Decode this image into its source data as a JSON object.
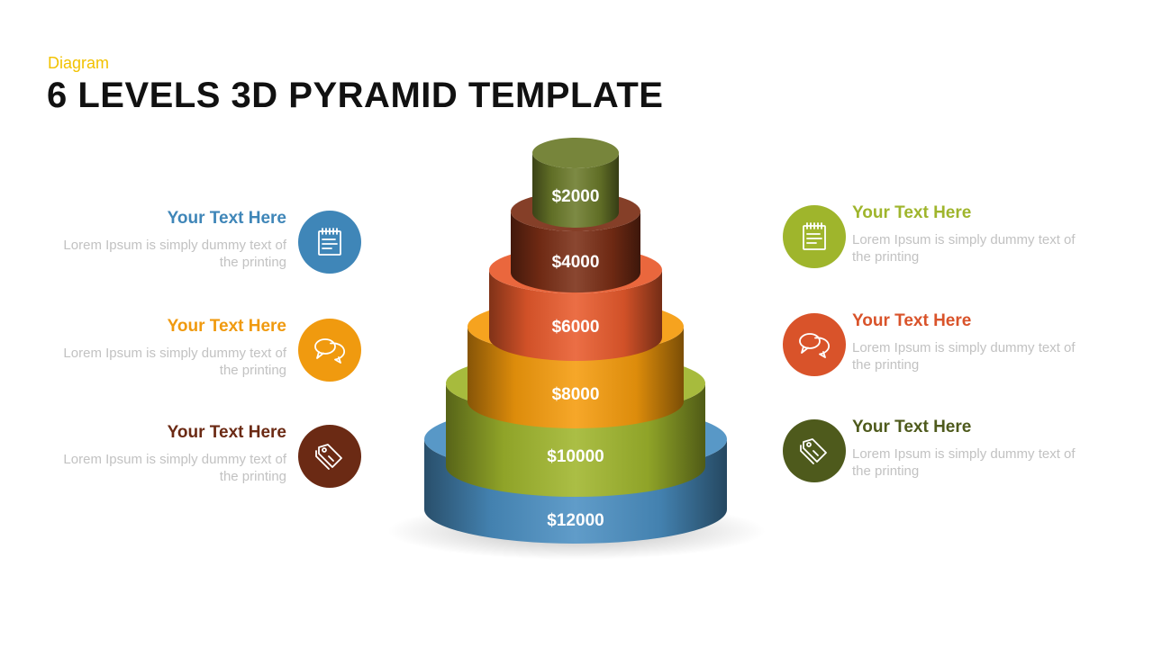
{
  "slide": {
    "kicker": "Diagram",
    "title": "6 LEVELS 3D PYRAMID TEMPLATE"
  },
  "pyramid": {
    "tiers": [
      {
        "label": "$2000",
        "color": "#6b7a2a"
      },
      {
        "label": "$4000",
        "color": "#7a2e15"
      },
      {
        "label": "$6000",
        "color": "#e85a2c"
      },
      {
        "label": "$8000",
        "color": "#f59b0c"
      },
      {
        "label": "$10000",
        "color": "#9fb52c"
      },
      {
        "label": "$12000",
        "color": "#4a8fc2"
      }
    ]
  },
  "left_items": [
    {
      "heading": "Your Text Here",
      "body": "Lorem Ipsum  is simply dummy text of the printing",
      "color": "#3f86b8",
      "icon": "notepad-icon"
    },
    {
      "heading": "Your Text Here",
      "body": "Lorem Ipsum  is simply dummy text of the printing",
      "color": "#f09a0f",
      "icon": "chat-bubbles-icon"
    },
    {
      "heading": "Your Text Here",
      "body": "Lorem Ipsum  is simply dummy text of the printing",
      "color": "#6b2a14",
      "icon": "price-tags-icon"
    }
  ],
  "right_items": [
    {
      "heading": "Your Text Here",
      "body": "Lorem Ipsum  is simply dummy text of the printing",
      "color": "#9fb52c",
      "icon": "notepad-icon"
    },
    {
      "heading": "Your Text Here",
      "body": "Lorem Ipsum  is simply dummy text of the printing",
      "color": "#d9532a",
      "icon": "chat-bubbles-icon"
    },
    {
      "heading": "Your Text Here",
      "body": "Lorem Ipsum  is simply dummy text of the printing",
      "color": "#4e5a1c",
      "icon": "price-tags-icon"
    }
  ]
}
